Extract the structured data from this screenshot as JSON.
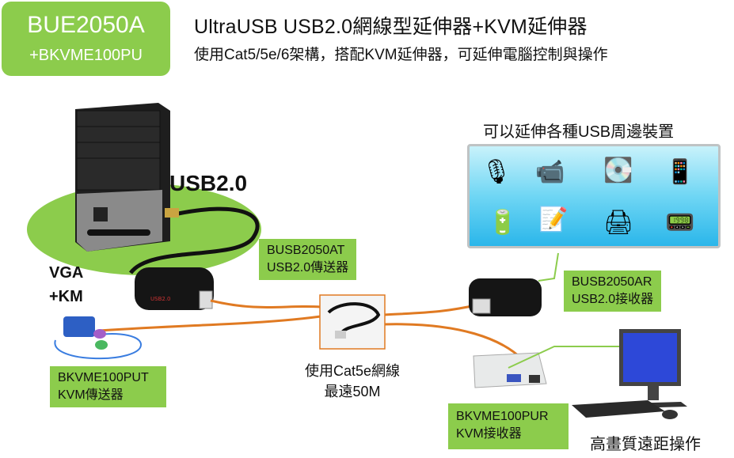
{
  "badge": {
    "model_line1": "BUE2050A",
    "model_line2": "+BKVME100PU",
    "color": "#8ccc4c"
  },
  "header": {
    "title": "UltraUSB USB2.0網線型延伸器+KVM延伸器",
    "subtitle": "使用Cat5/5e/6架構，搭配KVM延伸器，可延伸電腦控制與操作"
  },
  "computer_side": {
    "usb_label": "USB2.0",
    "vga_label_line1": "VGA",
    "vga_label_line2": "+KM"
  },
  "peripherals": {
    "title": "可以延伸各種USB周邊裝置",
    "icons": [
      "microphone-icon",
      "camcorder-icon",
      "hard-drive-icon",
      "pda-icon",
      "usb-flash-drive-icon",
      "writing-tablet-icon",
      "printer-icon",
      "media-player-icon"
    ],
    "panel_colors": [
      "#c8f2fb",
      "#2ab6ea"
    ]
  },
  "devices": {
    "usb_transmitter": {
      "line1": "BUSB2050AT",
      "line2": "USB2.0傳送器"
    },
    "usb_receiver": {
      "line1": "BUSB2050AR",
      "line2": "USB2.0接收器"
    },
    "kvm_transmitter": {
      "line1": "BKVME100PUT",
      "line2": "KVM傳送器"
    },
    "kvm_receiver": {
      "line1": "BKVME100PUR",
      "line2": "KVM接收器"
    }
  },
  "cable": {
    "line1": "使用Cat5e網線",
    "line2": "最遠50M",
    "color": "#e07a22"
  },
  "remote": {
    "caption": "高畫質遠距操作"
  }
}
